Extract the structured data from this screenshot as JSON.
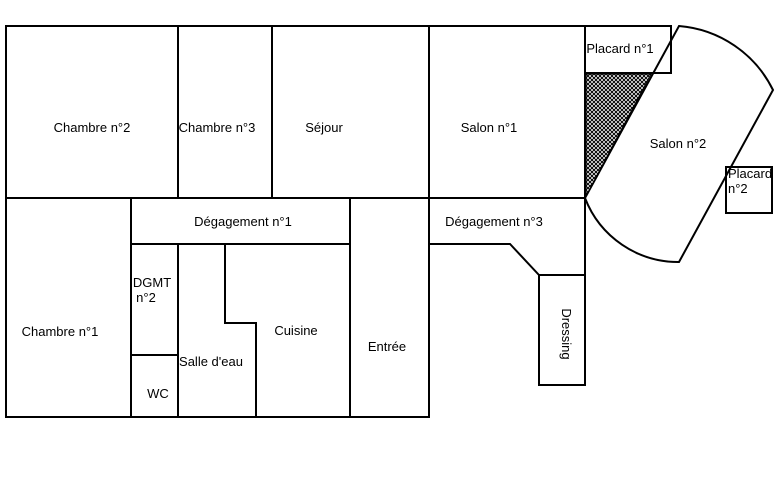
{
  "colors": {
    "walls": "#000000",
    "background": "#ffffff",
    "hatch": "#000000"
  },
  "rooms": {
    "chambre2": "Chambre n°2",
    "chambre3": "Chambre n°3",
    "sejour": "Séjour",
    "salon1": "Salon n°1",
    "placard1": "Placard n°1",
    "salon2": "Salon n°2",
    "placard2_line1": "Placard",
    "placard2_line2": "n°2",
    "chambre1": "Chambre n°1",
    "degagement1": "Dégagement n°1",
    "dgmt2_line1": "DGMT",
    "dgmt2_line2": "n°2",
    "wc": "WC",
    "salle_eau": "Salle d'eau",
    "cuisine": "Cuisine",
    "entree": "Entrée",
    "degagement3": "Dégagement n°3",
    "dressing": "Dressing"
  }
}
